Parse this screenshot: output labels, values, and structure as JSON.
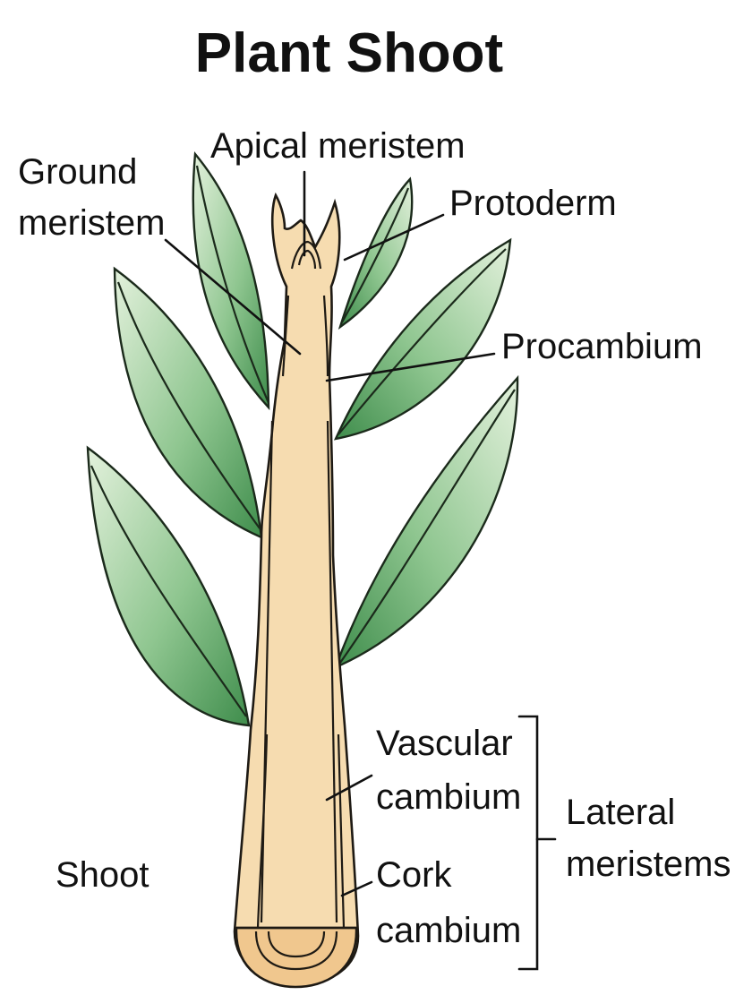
{
  "title": "Plant Shoot",
  "labels": {
    "apical_meristem": "Apical meristem",
    "ground_meristem_line1": "Ground",
    "ground_meristem_line2": "meristem",
    "protoderm": "Protoderm",
    "procambium": "Procambium",
    "vascular_cambium_line1": "Vascular",
    "vascular_cambium_line2": "cambium",
    "cork_cambium_line1": "Cork",
    "cork_cambium_line2": "cambium",
    "lateral_meristems_line1": "Lateral",
    "lateral_meristems_line2": "meristems",
    "shoot": "Shoot"
  },
  "colors": {
    "stem_fill": "#f6dcb0",
    "stem_base_fill": "#f0c78e",
    "leaf_light": "#d9ecd2",
    "leaf_dark": "#4f9a5a",
    "outline": "#1e1a14"
  }
}
